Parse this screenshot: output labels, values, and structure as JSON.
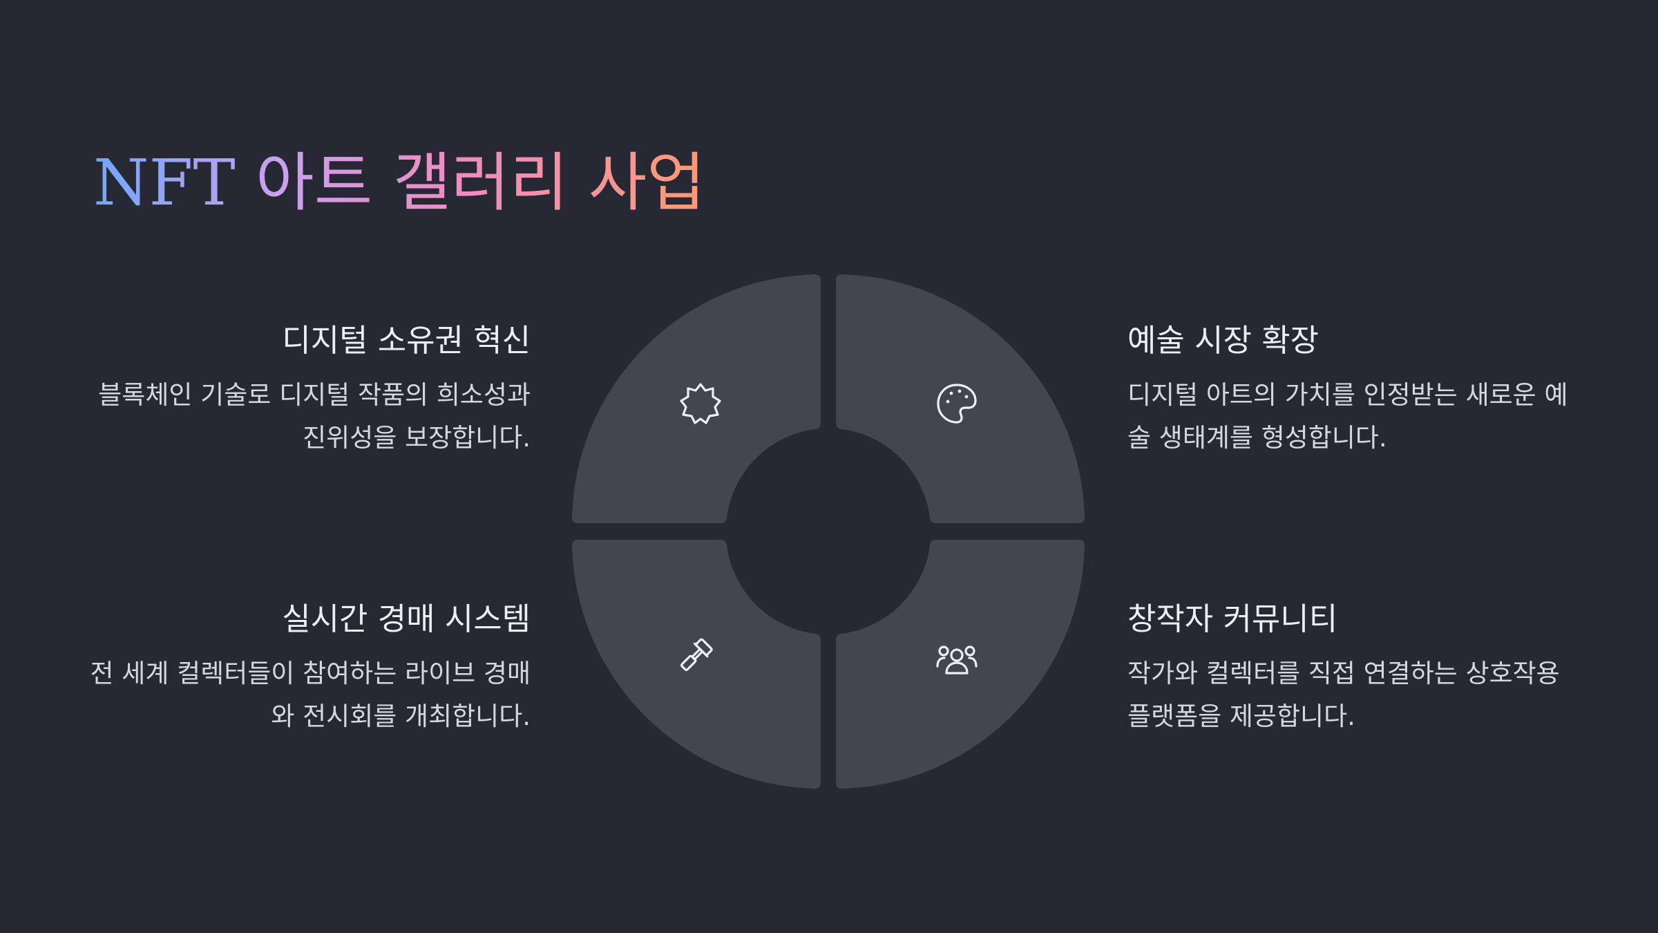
{
  "title": "NFT 아트 갤러리 사업",
  "colors": {
    "background": "#262833",
    "segment": "#434551",
    "icon": "#eef0f5",
    "title_gradient": [
      "#6fa8ff",
      "#c9a1ee",
      "#f08bc2",
      "#ff9a72"
    ]
  },
  "blocks": {
    "top_left": {
      "title": "디지털 소유권 혁신",
      "description": "블록체인 기술로 디지털 작품의 희소성과 진위성을 보장합니다.",
      "icon": "verified-badge-icon"
    },
    "top_right": {
      "title": "예술 시장 확장",
      "description": "디지털 아트의 가치를 인정받는 새로운 예술 생태계를 형성합니다.",
      "icon": "palette-icon"
    },
    "bottom_left": {
      "title": "실시간 경매 시스템",
      "description": "전 세계 컬렉터들이 참여하는 라이브 경매와 전시회를 개최합니다.",
      "icon": "gavel-icon"
    },
    "bottom_right": {
      "title": "창작자 커뮤니티",
      "description": "작가와 컬렉터를 직접 연결하는 상호작용 플랫폼을 제공합니다.",
      "icon": "users-icon"
    }
  }
}
